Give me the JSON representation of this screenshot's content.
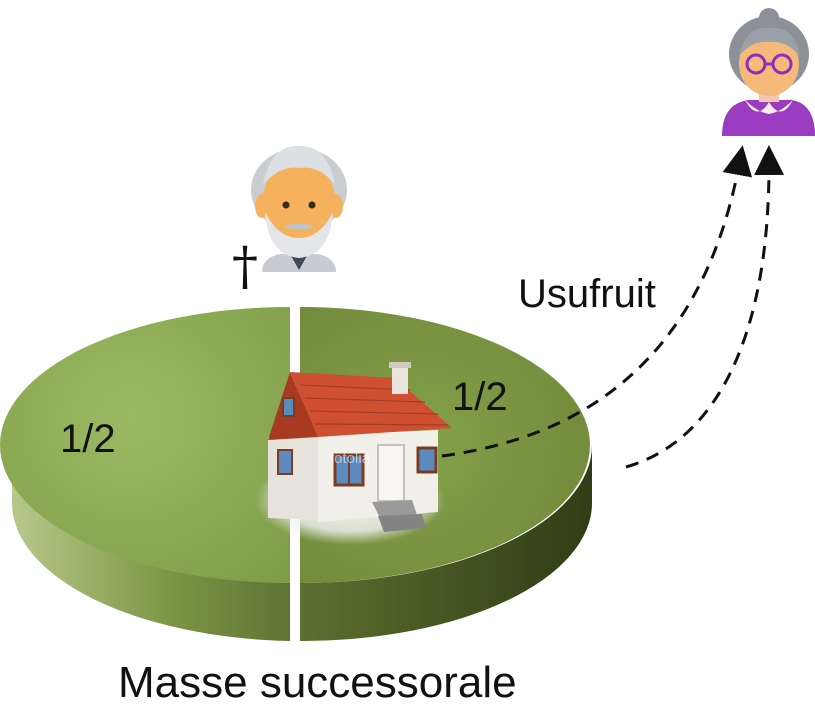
{
  "diagram": {
    "left_share": "1/2",
    "right_share": "1/2",
    "arrow_label": "Usufruit",
    "caption": "Masse successorale",
    "death_symbol": "†",
    "watermark": "fotolia",
    "colors": {
      "left_half_top": "#8aa954",
      "right_half_top": "#7d9744",
      "rim_dark": "#3a4a1c",
      "divider": "#ffffff",
      "roof": "#c6482e",
      "widow_dress": "#9b3bbf",
      "skin": "#f5b97a",
      "hair_grey": "#c9ccd1"
    },
    "icons": [
      "grandfather-icon",
      "grandmother-icon",
      "house-icon",
      "cross-icon"
    ]
  }
}
